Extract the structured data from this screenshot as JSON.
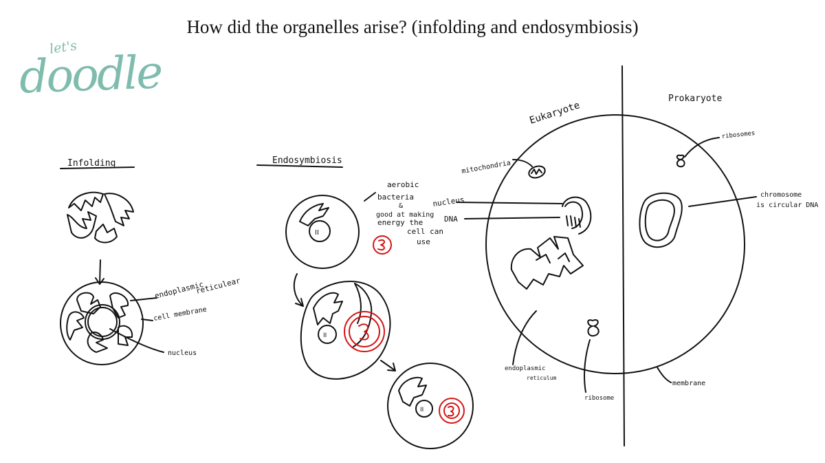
{
  "title": "How did the organelles arise? (infolding and endosymbiosis)",
  "logo": {
    "small": "let's",
    "big": "doodle"
  },
  "infolding": {
    "heading": "Infolding",
    "labels": {
      "endoplasmic": "endoplasmic",
      "reticulear": "reticulear",
      "cell_membrane": "cell membrane",
      "nucleus": "nucleus"
    }
  },
  "endosymbiosis": {
    "heading": "Endosymbiosis",
    "nucleus_mark": "II",
    "note_lines": [
      "aerobic",
      "bacteria",
      "&",
      "good at making",
      "energy the",
      "cell can",
      "use"
    ]
  },
  "eukaryote": {
    "heading": "Eukaryote",
    "labels": {
      "mitochondria": "mitochondria",
      "nucleus": "nucleus",
      "dna": "DNA",
      "er_line1": "endoplasmic",
      "er_line2": "reticulum",
      "ribosome": "ribosome"
    }
  },
  "prokaryote": {
    "heading": "Prokaryote",
    "labels": {
      "ribosomes": "ribosomes",
      "chromosome_line1": "chromosome",
      "chromosome_line2": "is circular DNA",
      "membrane": "membrane"
    }
  },
  "colors": {
    "ink": "#111111",
    "bacteria_red": "#d41414",
    "logo_teal": "#7fbcae"
  }
}
